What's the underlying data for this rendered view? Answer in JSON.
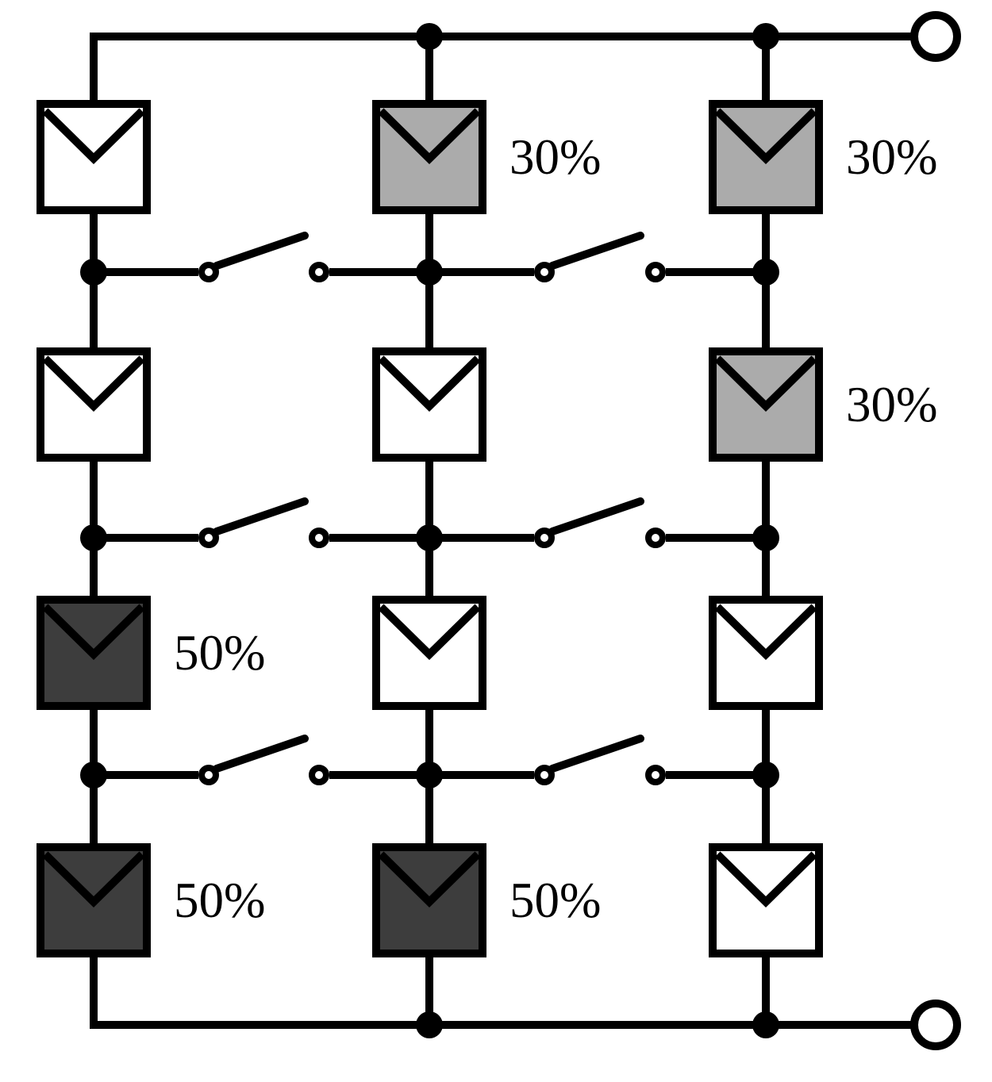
{
  "diagram": {
    "kind": "photovoltaic-array-with-reconfiguration-switches",
    "strings": 3,
    "modules_per_string": 4,
    "colors": {
      "line": "#000000",
      "background": "#FFFFFF",
      "shade_0": "#FFFFFF",
      "shade_30": "#ABABAB",
      "shade_50": "#3D3D3D"
    },
    "modules": [
      [
        {
          "shading_percent": 0,
          "label": ""
        },
        {
          "shading_percent": 30,
          "label": "30%"
        },
        {
          "shading_percent": 30,
          "label": "30%"
        }
      ],
      [
        {
          "shading_percent": 0,
          "label": ""
        },
        {
          "shading_percent": 0,
          "label": ""
        },
        {
          "shading_percent": 30,
          "label": "30%"
        }
      ],
      [
        {
          "shading_percent": 50,
          "label": "50%"
        },
        {
          "shading_percent": 0,
          "label": ""
        },
        {
          "shading_percent": 0,
          "label": ""
        }
      ],
      [
        {
          "shading_percent": 50,
          "label": "50%"
        },
        {
          "shading_percent": 50,
          "label": "50%"
        },
        {
          "shading_percent": 0,
          "label": ""
        }
      ]
    ],
    "switch_rows": [
      {
        "after_module_row": 1,
        "switches": [
          {
            "state": "open"
          },
          {
            "state": "open"
          }
        ]
      },
      {
        "after_module_row": 2,
        "switches": [
          {
            "state": "open"
          },
          {
            "state": "open"
          }
        ]
      },
      {
        "after_module_row": 3,
        "switches": [
          {
            "state": "open"
          },
          {
            "state": "open"
          }
        ]
      }
    ],
    "terminals": [
      {
        "position": "top-right"
      },
      {
        "position": "bottom-right"
      }
    ]
  }
}
